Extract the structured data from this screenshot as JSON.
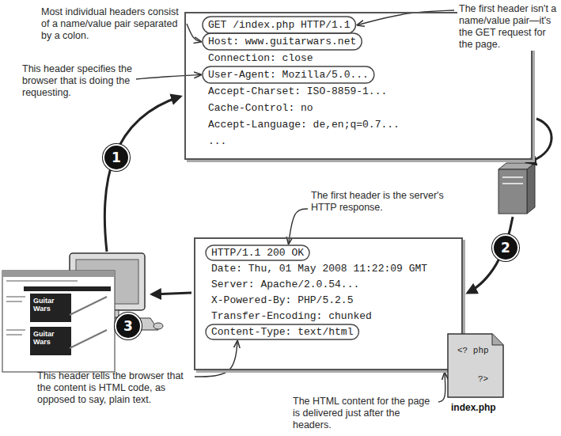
{
  "diagram": {
    "nodes": [
      {
        "text": [
          "GET /index.php HTTP/1.1",
          "Host: www.guitarwars.net",
          "Connection: close",
          "User-Agent: Mozilla/5.0...",
          "Accept-Charset: ISO-8859-1...",
          "Cache-Control: no",
          "Accept-Language: de,en;q=0.7...",
          "..."
        ]
      },
      {
        "text": [
          "HTTP/1.1 200 OK",
          "Date: Thu, 01 May 2008 11:22:09 GMT",
          "Server: Apache/2.0.54...",
          "X-Powered-By: PHP/5.2.5",
          "Transfer-Encoding: chunked",
          "Content-Type: text/html"
        ]
      },
      {
        "text": [
          "<? php",
          "?>",
          "index.php"
        ]
      }
    ],
    "labels": [
      "Most individual headers consist of a name/value pair separated by a colon.",
      "This header specifies the browser that is doing the requesting.",
      "The first header isn't a name/value pair—it's the GET request for the page.",
      "The first header is the server's HTTP response.",
      "This header tells the browser that the content is HTML code, as opposed to say, plain text.",
      "The HTML content for the page is delivered just after the headers.",
      "1",
      "2",
      "3",
      "Guitar Wars",
      "Guitar Wars"
    ]
  }
}
